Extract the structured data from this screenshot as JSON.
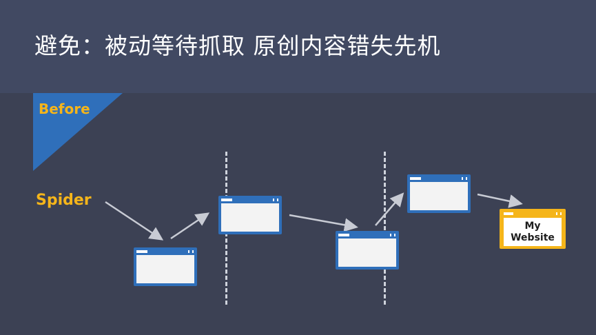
{
  "slide": {
    "title": "避免：被动等待抓取 原创内容错失先机",
    "before_label": "Before",
    "spider_label": "Spider",
    "website_label_line1": "My",
    "website_label_line2": "Website"
  },
  "colors": {
    "background": "#3c4154",
    "header": "#414962",
    "window_blue": "#2f6fba",
    "accent_yellow": "#f5b51a",
    "arrow": "#c8cbd4"
  }
}
